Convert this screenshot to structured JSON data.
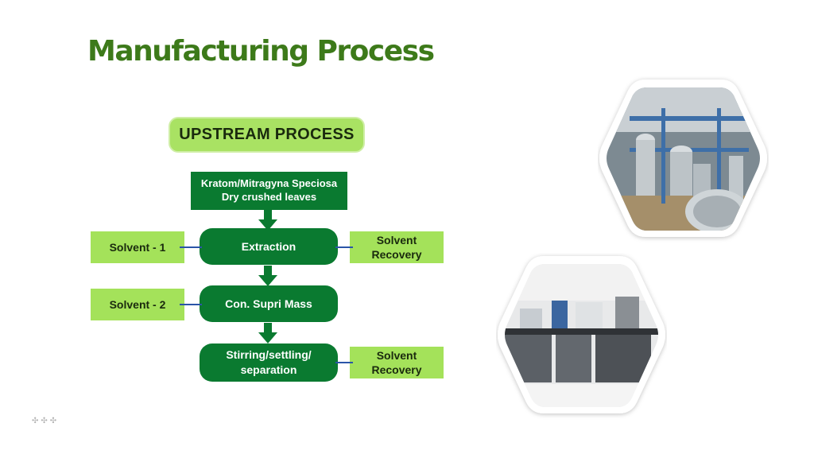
{
  "slide": {
    "title": "Manufacturing Process"
  },
  "diagram": {
    "header": "UPSTREAM PROCESS",
    "input": "Kratom/Mitragyna Speciosa\nDry crushed leaves",
    "steps": [
      {
        "label": "Extraction"
      },
      {
        "label": "Con. Supri Mass"
      },
      {
        "label": "Stirring/settling/\nseparation"
      }
    ],
    "inputs_left": [
      {
        "label": "Solvent - 1"
      },
      {
        "label": "Solvent - 2"
      }
    ],
    "outputs_right": [
      {
        "label": "Solvent\nRecovery"
      },
      {
        "label": "Solvent\nRecovery"
      }
    ]
  },
  "images": [
    {
      "name": "industrial-plant-photo"
    },
    {
      "name": "laboratory-photo"
    }
  ],
  "colors": {
    "title_green": "#3d7a1a",
    "light_green": "#a4e25a",
    "dark_green": "#0a7a30",
    "connector_blue": "#2a55a8"
  },
  "decoration": {
    "icon": "plus-dots-icon"
  }
}
